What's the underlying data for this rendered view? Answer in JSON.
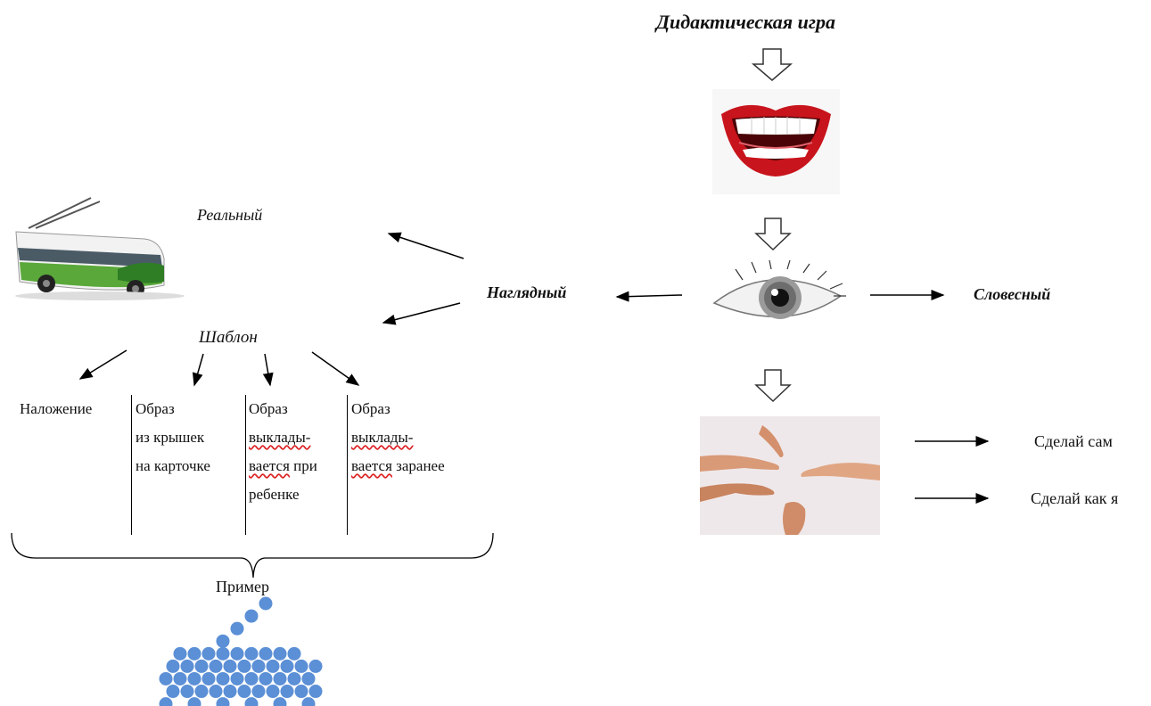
{
  "diagram": {
    "title": "Дидактическая игра",
    "center_left": "Наглядный",
    "center_right": "Словесный",
    "real": "Реальный",
    "template": "Шаблон",
    "columns": [
      {
        "lines": [
          "Наложение"
        ]
      },
      {
        "lines": [
          "Образ",
          "из крышек",
          "на карточке"
        ]
      },
      {
        "lines": [
          "Образ",
          "выклады-",
          "вается при",
          "ребенке"
        ]
      },
      {
        "lines": [
          "Образ",
          "выклады-",
          "вается заранее"
        ]
      }
    ],
    "example": "Пример",
    "do_yourself": "Сделай сам",
    "do_like_me": "Сделай как я"
  },
  "images": {
    "lips": "lips-image",
    "eye": "eye-image",
    "hands": "hands-image",
    "trolleybus": "trolleybus-image",
    "dots": "dot-pattern-example"
  },
  "colors": {
    "dots": "#5b8fd6",
    "lips": "#c8141c",
    "trolley_green": "#5aa83a"
  }
}
